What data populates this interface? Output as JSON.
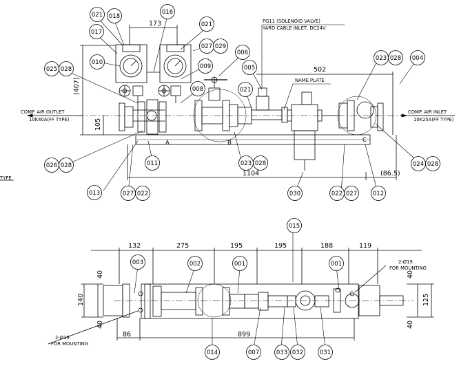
{
  "balloons": [
    {
      "id": "b021a",
      "n": "021"
    },
    {
      "id": "b018",
      "n": "018"
    },
    {
      "id": "b016",
      "n": "016"
    },
    {
      "id": "b021b",
      "n": "021"
    },
    {
      "id": "b017",
      "n": "017"
    },
    {
      "id": "b027a",
      "n": "027"
    },
    {
      "id": "b029",
      "n": "029"
    },
    {
      "id": "b006",
      "n": "006"
    },
    {
      "id": "b010",
      "n": "010"
    },
    {
      "id": "b009",
      "n": "009"
    },
    {
      "id": "b005",
      "n": "005"
    },
    {
      "id": "b025",
      "n": "025"
    },
    {
      "id": "b028a",
      "n": "028"
    },
    {
      "id": "b008",
      "n": "008"
    },
    {
      "id": "b021c",
      "n": "021"
    },
    {
      "id": "b023a",
      "n": "023"
    },
    {
      "id": "b028b",
      "n": "028"
    },
    {
      "id": "b004",
      "n": "004"
    },
    {
      "id": "b026",
      "n": "026"
    },
    {
      "id": "b028c",
      "n": "028"
    },
    {
      "id": "b011",
      "n": "011"
    },
    {
      "id": "b023b",
      "n": "023"
    },
    {
      "id": "b028d",
      "n": "028"
    },
    {
      "id": "b024",
      "n": "024"
    },
    {
      "id": "b028e",
      "n": "028"
    },
    {
      "id": "b013",
      "n": "013"
    },
    {
      "id": "b027b",
      "n": "027"
    },
    {
      "id": "b022a",
      "n": "022"
    },
    {
      "id": "b030",
      "n": "030"
    },
    {
      "id": "b022b",
      "n": "022"
    },
    {
      "id": "b027c",
      "n": "027"
    },
    {
      "id": "b012",
      "n": "012"
    },
    {
      "id": "b015",
      "n": "015"
    },
    {
      "id": "b003",
      "n": "003"
    },
    {
      "id": "b002",
      "n": "002"
    },
    {
      "id": "b001a",
      "n": "001"
    },
    {
      "id": "b001b",
      "n": "001"
    },
    {
      "id": "b014",
      "n": "014"
    },
    {
      "id": "b007",
      "n": "007"
    },
    {
      "id": "b033",
      "n": "033"
    },
    {
      "id": "b032",
      "n": "032"
    },
    {
      "id": "b031",
      "n": "031"
    }
  ],
  "dimensions": {
    "d173": "173",
    "d502": "502",
    "d407": "(407)",
    "d105": "105",
    "d1104": "1104",
    "d865": "(86.5)",
    "b132": "132",
    "b275": "275",
    "b195a": "195",
    "b195b": "195",
    "b188": "188",
    "b119": "119",
    "b40a": "40",
    "b140": "140",
    "b40b": "40",
    "b40c": "40",
    "b125": "125",
    "b40d": "40",
    "b86": "86",
    "b899": "899"
  },
  "labels": {
    "solenoid1": "PG11 (SOLENOID VALVE)",
    "solenoid2": "YARD CABLE INLET, DC24V",
    "nameplate": "NAME PLATE",
    "outlet1": "COMP. AIR  OUTLET",
    "outlet2": "10K40A(FF TYPE)",
    "inlet1": "COMP. AIR  INLET",
    "inlet2": "10K25A(FF TYPE)",
    "secA": "A",
    "secB": "B",
    "secC": "C",
    "type_frag": "TYPE",
    "mount_r1": "2-Ø19",
    "mount_r2": "FOR MOUNTING",
    "mount_l1": "2-Ø19",
    "mount_l2": "FOR MOUNTING"
  }
}
